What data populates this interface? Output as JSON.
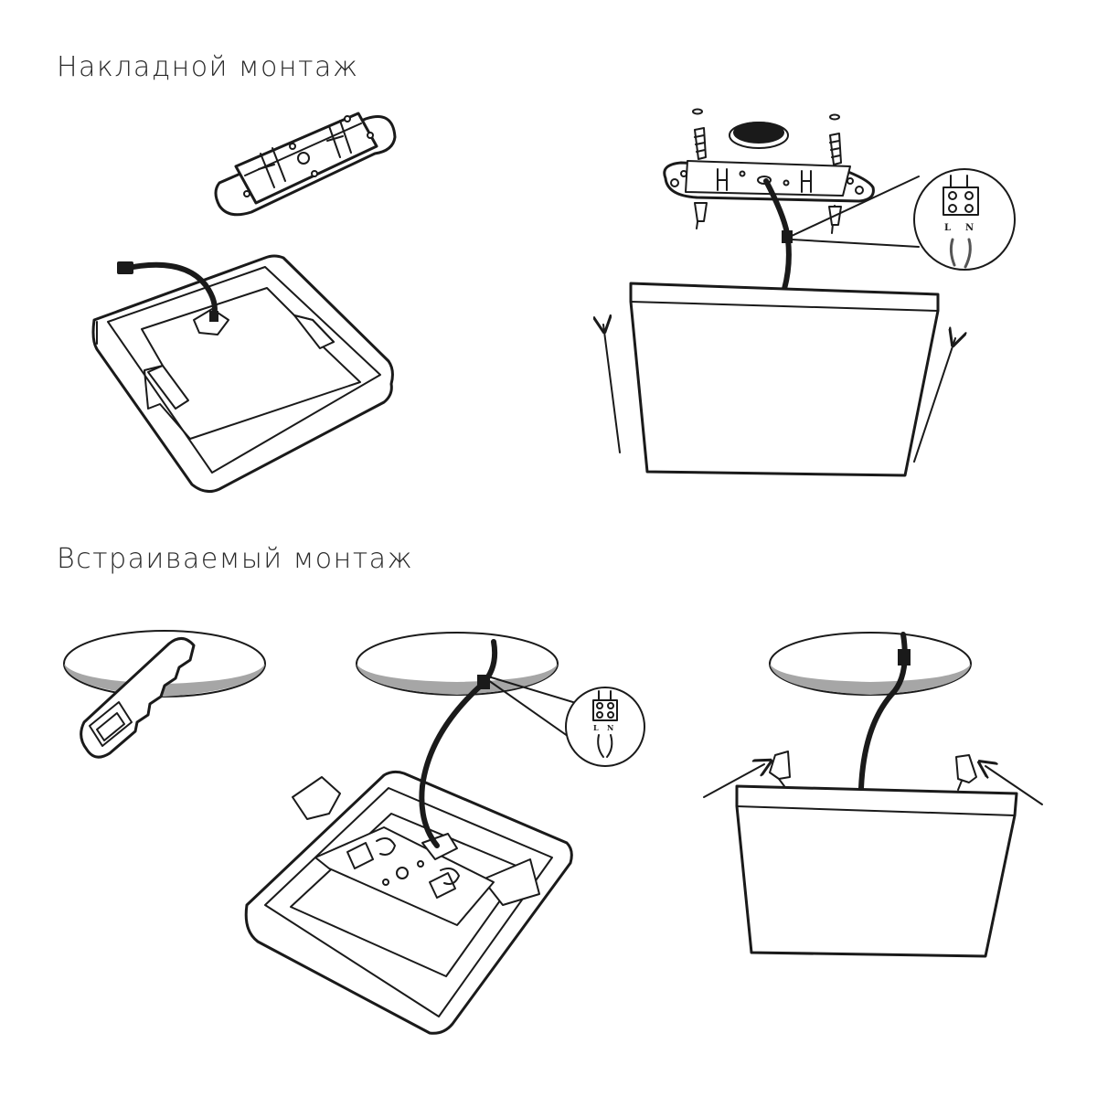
{
  "titles": {
    "surface_mount": "Накладной монтаж",
    "recessed_mount": "Встраиваемый монтаж"
  },
  "wiring_labels": {
    "live": "L",
    "neutral": "N"
  },
  "colors": {
    "line": "#1a1a1a",
    "cutout_shade": "#a6a6a6",
    "background": "#ffffff"
  }
}
